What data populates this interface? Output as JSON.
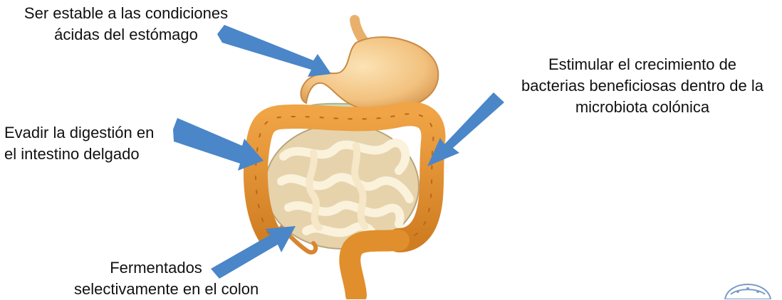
{
  "labels": {
    "stomach": [
      "Ser estable a las condiciones",
      "ácidas del estómago"
    ],
    "bacteria": [
      "Estimular el crecimiento de",
      "bacterias beneficiosas dentro de la",
      "microbiota colónica"
    ],
    "digestion": [
      "Evadir la digestión en",
      "el intestino delgado"
    ],
    "ferment": [
      "Fermentados",
      "selectivamente en el colon"
    ]
  },
  "colors": {
    "arrow": "#4a86c8",
    "colon": "#e08f2c",
    "colon_dark": "#b8681c",
    "small_intestine": "#ecdcb8",
    "stomach": "#f4c98a",
    "logo": "#7a9cc8"
  },
  "icons": {
    "logo": "university-crest-icon"
  }
}
